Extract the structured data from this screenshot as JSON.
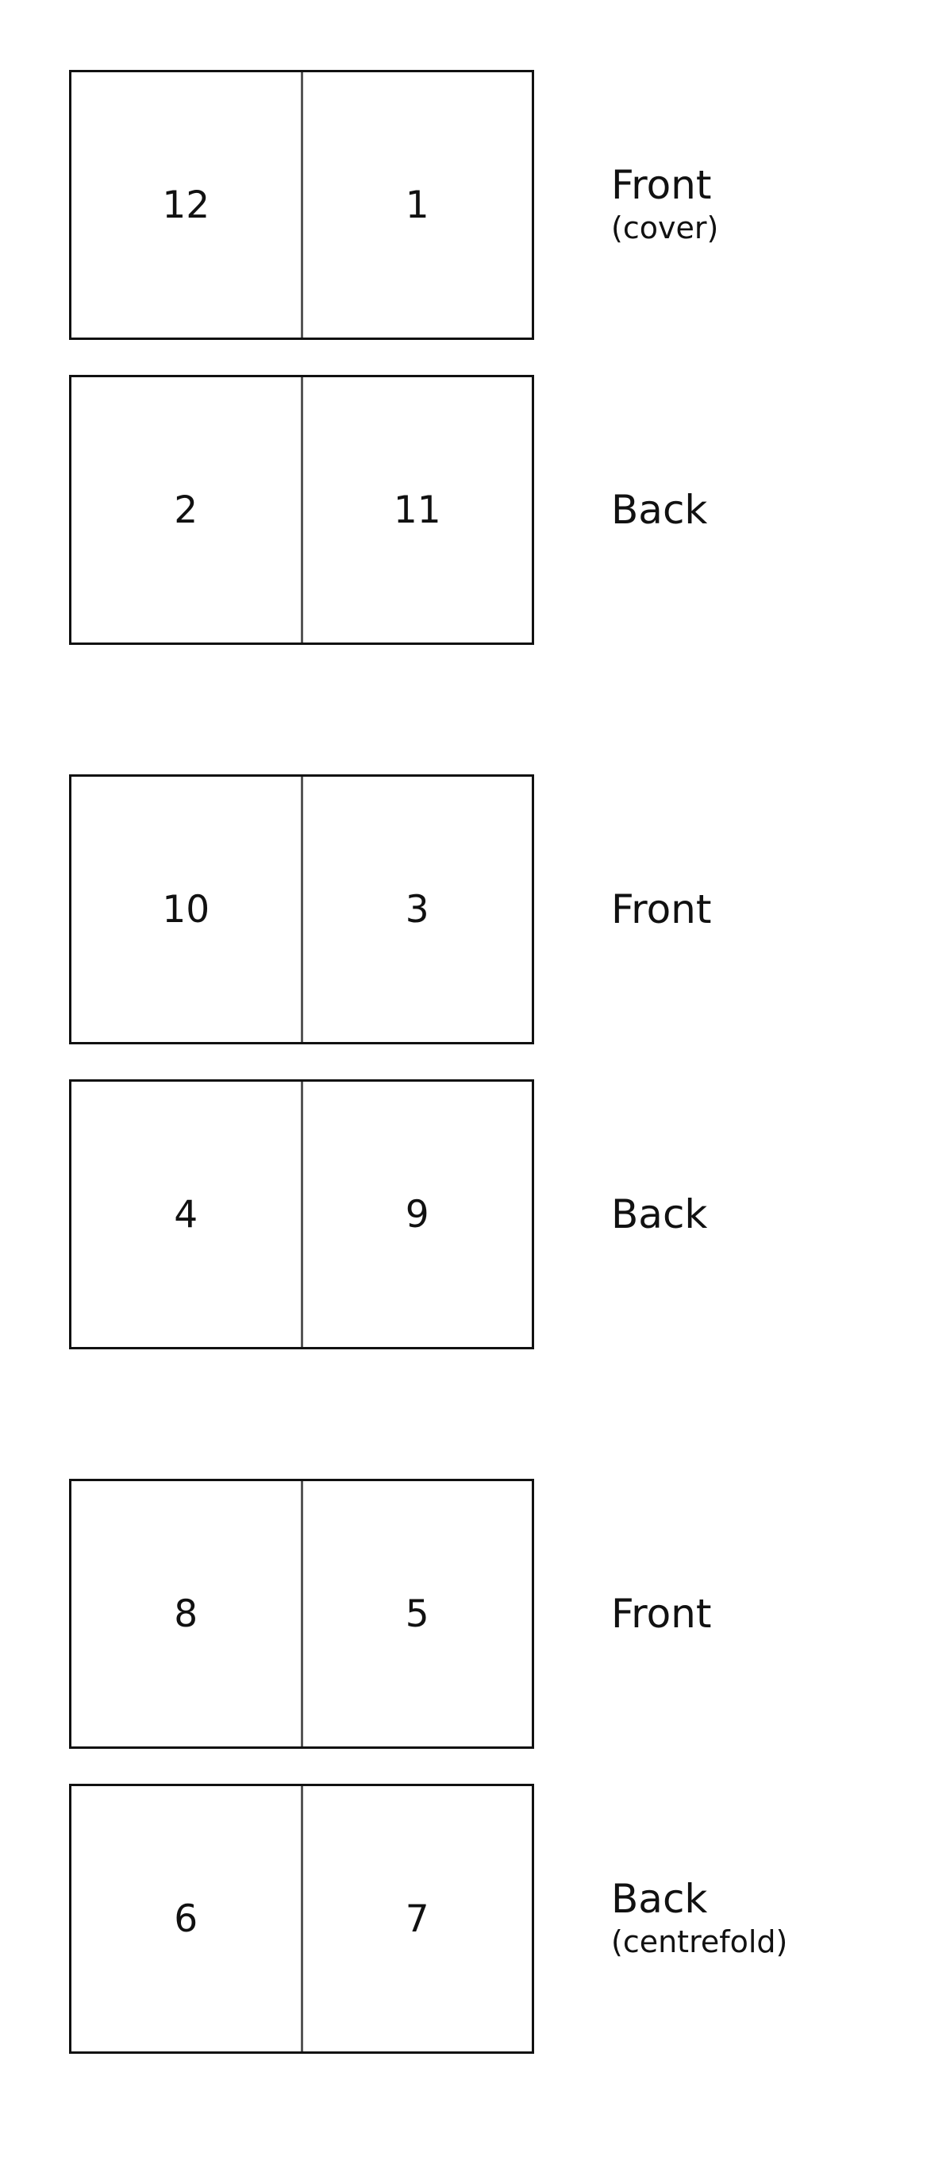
{
  "sheets": [
    {
      "left": "12",
      "right": "1",
      "label": "Front",
      "sublabel": "(cover)"
    },
    {
      "left": "2",
      "right": "11",
      "label": "Back",
      "sublabel": ""
    },
    {
      "left": "10",
      "right": "3",
      "label": "Front",
      "sublabel": ""
    },
    {
      "left": "4",
      "right": "9",
      "label": "Back",
      "sublabel": ""
    },
    {
      "left": "8",
      "right": "5",
      "label": "Front",
      "sublabel": ""
    },
    {
      "left": "6",
      "right": "7",
      "label": "Back",
      "sublabel": "(centrefold)"
    }
  ]
}
